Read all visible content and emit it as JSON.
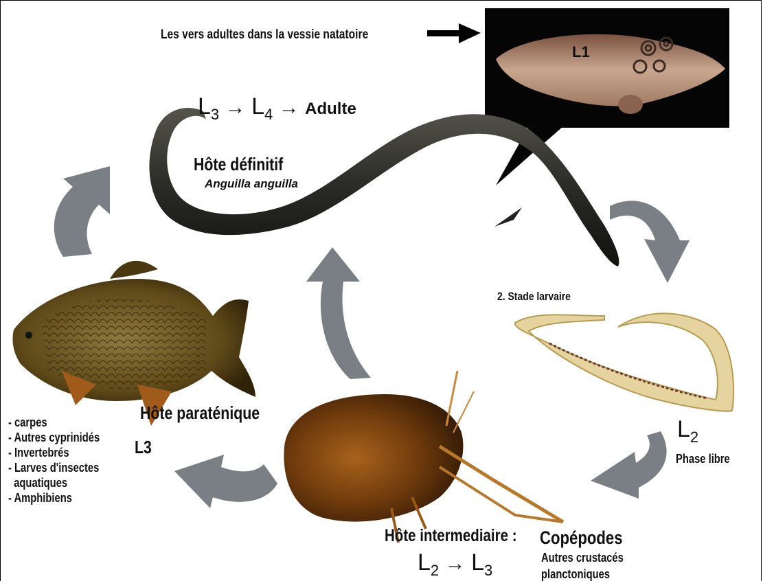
{
  "labels": {
    "swim_bladder": "Les vers adultes dans la vessie natatoire",
    "l1_label": "L1",
    "definitive_host": "Hôte définitif",
    "definitive_species": "Anguilla anguilla",
    "larval_stage": "2. Stade larvaire",
    "free_phase": "Phase libre",
    "paratenic_host": "Hôte paraténique",
    "l3_label": "L3",
    "intermediate_host": "Hôte intermediaire :",
    "copepods": "Copépodes",
    "copepods_sub1": "Autres crustacés",
    "copepods_sub2": "planctoniques"
  },
  "formulas": {
    "top": {
      "a": "L",
      "a_sub": "3",
      "arrow1": "→",
      "b": "L",
      "b_sub": "4",
      "arrow2": "→",
      "c": "Adulte"
    },
    "l2": {
      "a": "L",
      "a_sub": "2"
    },
    "bottom": {
      "a": "L",
      "a_sub": "2",
      "arrow": "→",
      "b": "L",
      "b_sub": "3"
    }
  },
  "paratenic_list": [
    "- carpes",
    "- Autres cyprinidés",
    "- Invertebrés",
    "- Larves d'insectes",
    "  aquatiques",
    "- Amphibiens"
  ],
  "colors": {
    "cycle_arrow": "#7a7f85",
    "eel": "#2b2b28",
    "carp": "#6b5222",
    "copepod": "#7a4a14",
    "larva": "#e8d7a6",
    "bladder": "#a8826a"
  }
}
